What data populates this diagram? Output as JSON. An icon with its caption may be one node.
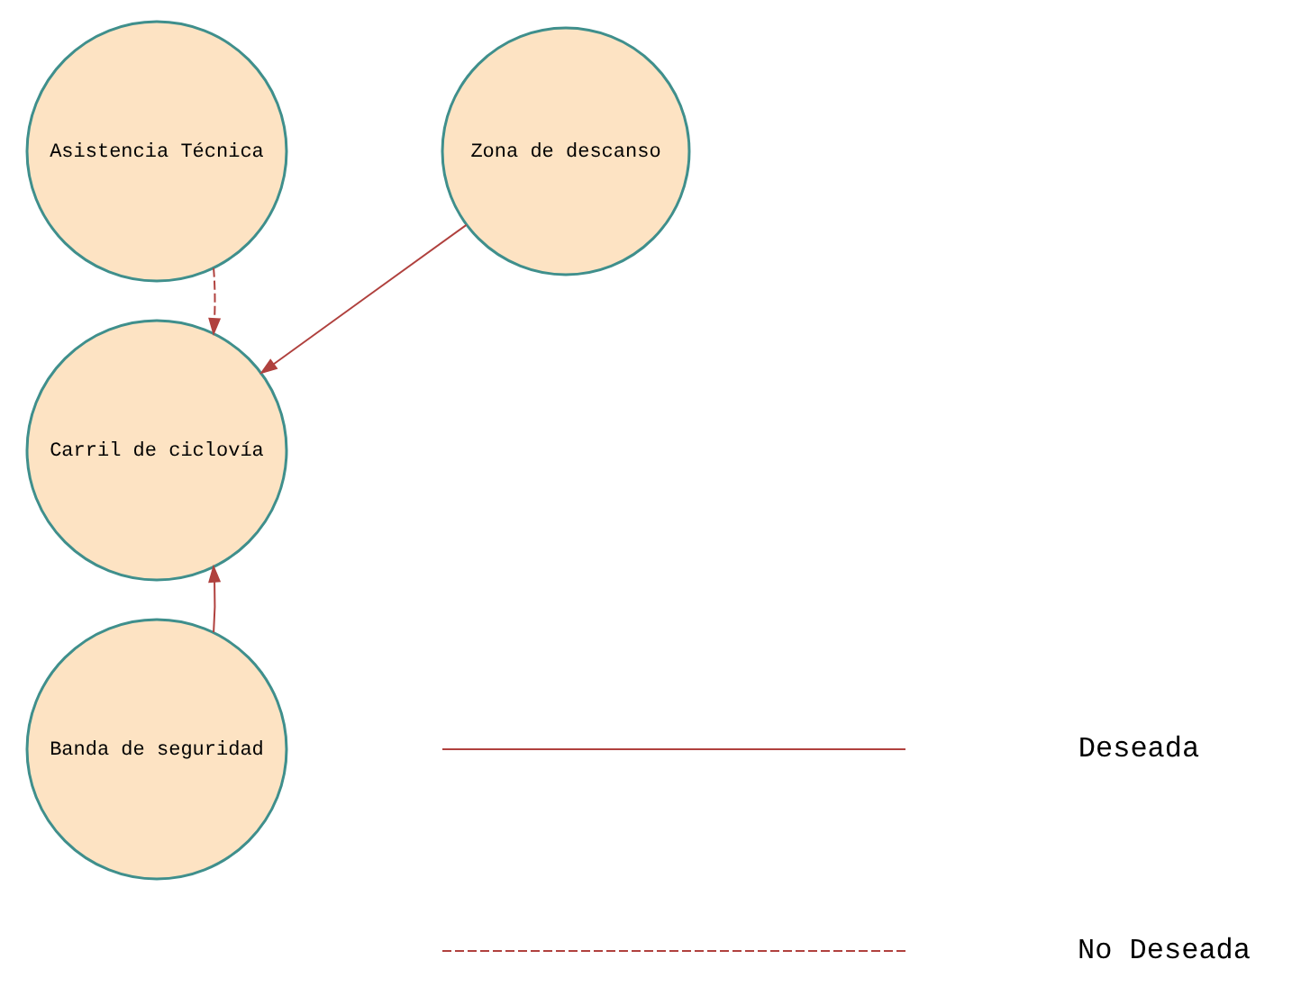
{
  "diagram": {
    "nodes": [
      {
        "text": [
          "Asistencia Técnica"
        ]
      },
      {
        "text": [
          "Zona de descanso"
        ]
      },
      {
        "text": [
          "Carril de ciclovía"
        ]
      },
      {
        "text": [
          "Banda de seguridad"
        ]
      }
    ],
    "edges": [
      {
        "from": 0,
        "to": 2,
        "arrow": "to",
        "style": "dashed"
      },
      {
        "from": 1,
        "to": 2,
        "arrow": "to"
      },
      {
        "from": 3,
        "to": 2,
        "arrow": "to"
      }
    ],
    "legend": [
      {
        "text": "Deseada"
      },
      {
        "text": "No Deseada"
      }
    ]
  }
}
